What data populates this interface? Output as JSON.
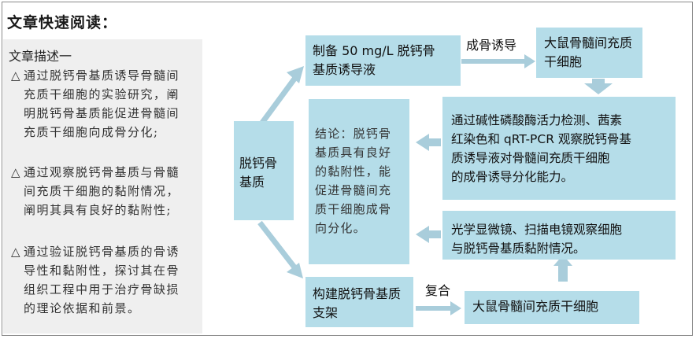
{
  "title": "文章快速阅读：",
  "description": {
    "heading": "文章描述一",
    "items": [
      {
        "marker": "△",
        "lines": [
          "通过脱钙骨基质诱导骨髓间",
          "充质干细胞的实验研究，阐",
          "明脱钙骨基质能促进骨髓间",
          "充质干细胞向成骨分化;"
        ]
      },
      {
        "marker": "△",
        "lines": [
          "通过观察脱钙骨基质与骨髓",
          "间充质干细胞的黏附情况，",
          "阐明其具有良好的黏附性;"
        ]
      },
      {
        "marker": "△",
        "lines": [
          "通过验证脱钙骨基质的骨诱",
          "导性和黏附性，探讨其在骨",
          "组织工程中用于治疗骨缺损",
          "的理论依据和前景。"
        ]
      }
    ]
  },
  "flow": {
    "dbm": [
      "脱钙骨",
      "基质"
    ],
    "prepare": [
      "制备 50 mg/L 脱钙骨",
      "基质诱导液"
    ],
    "osteo_label": "成骨诱导",
    "rat_bmsc_top": [
      "大鼠骨髓间充质",
      "干细胞"
    ],
    "detection": [
      "通过碱性磷酸酶活力检测、茜素",
      "红染色和 qRT-PCR 观察脱钙骨基",
      "质诱导液对骨髓间充质干细胞",
      "的成骨诱导分化能力。"
    ],
    "conclusion": [
      "结论：脱钙骨",
      "基质具有良好",
      "的黏附性，能",
      "促进骨髓间充",
      "质干细胞成骨",
      "向分化。"
    ],
    "microscopy": [
      "光学显微镜、扫描电镜观察细胞",
      "与脱钙骨基质黏附情况。"
    ],
    "scaffold": [
      "构建脱钙骨基质",
      "支架"
    ],
    "composite_label": "复合",
    "rat_bmsc_bottom": [
      "大鼠骨髓间充质干细胞"
    ]
  },
  "colors": {
    "box": "#b5dde9",
    "arrow": "#a9cddb",
    "panel": "#efefef"
  }
}
